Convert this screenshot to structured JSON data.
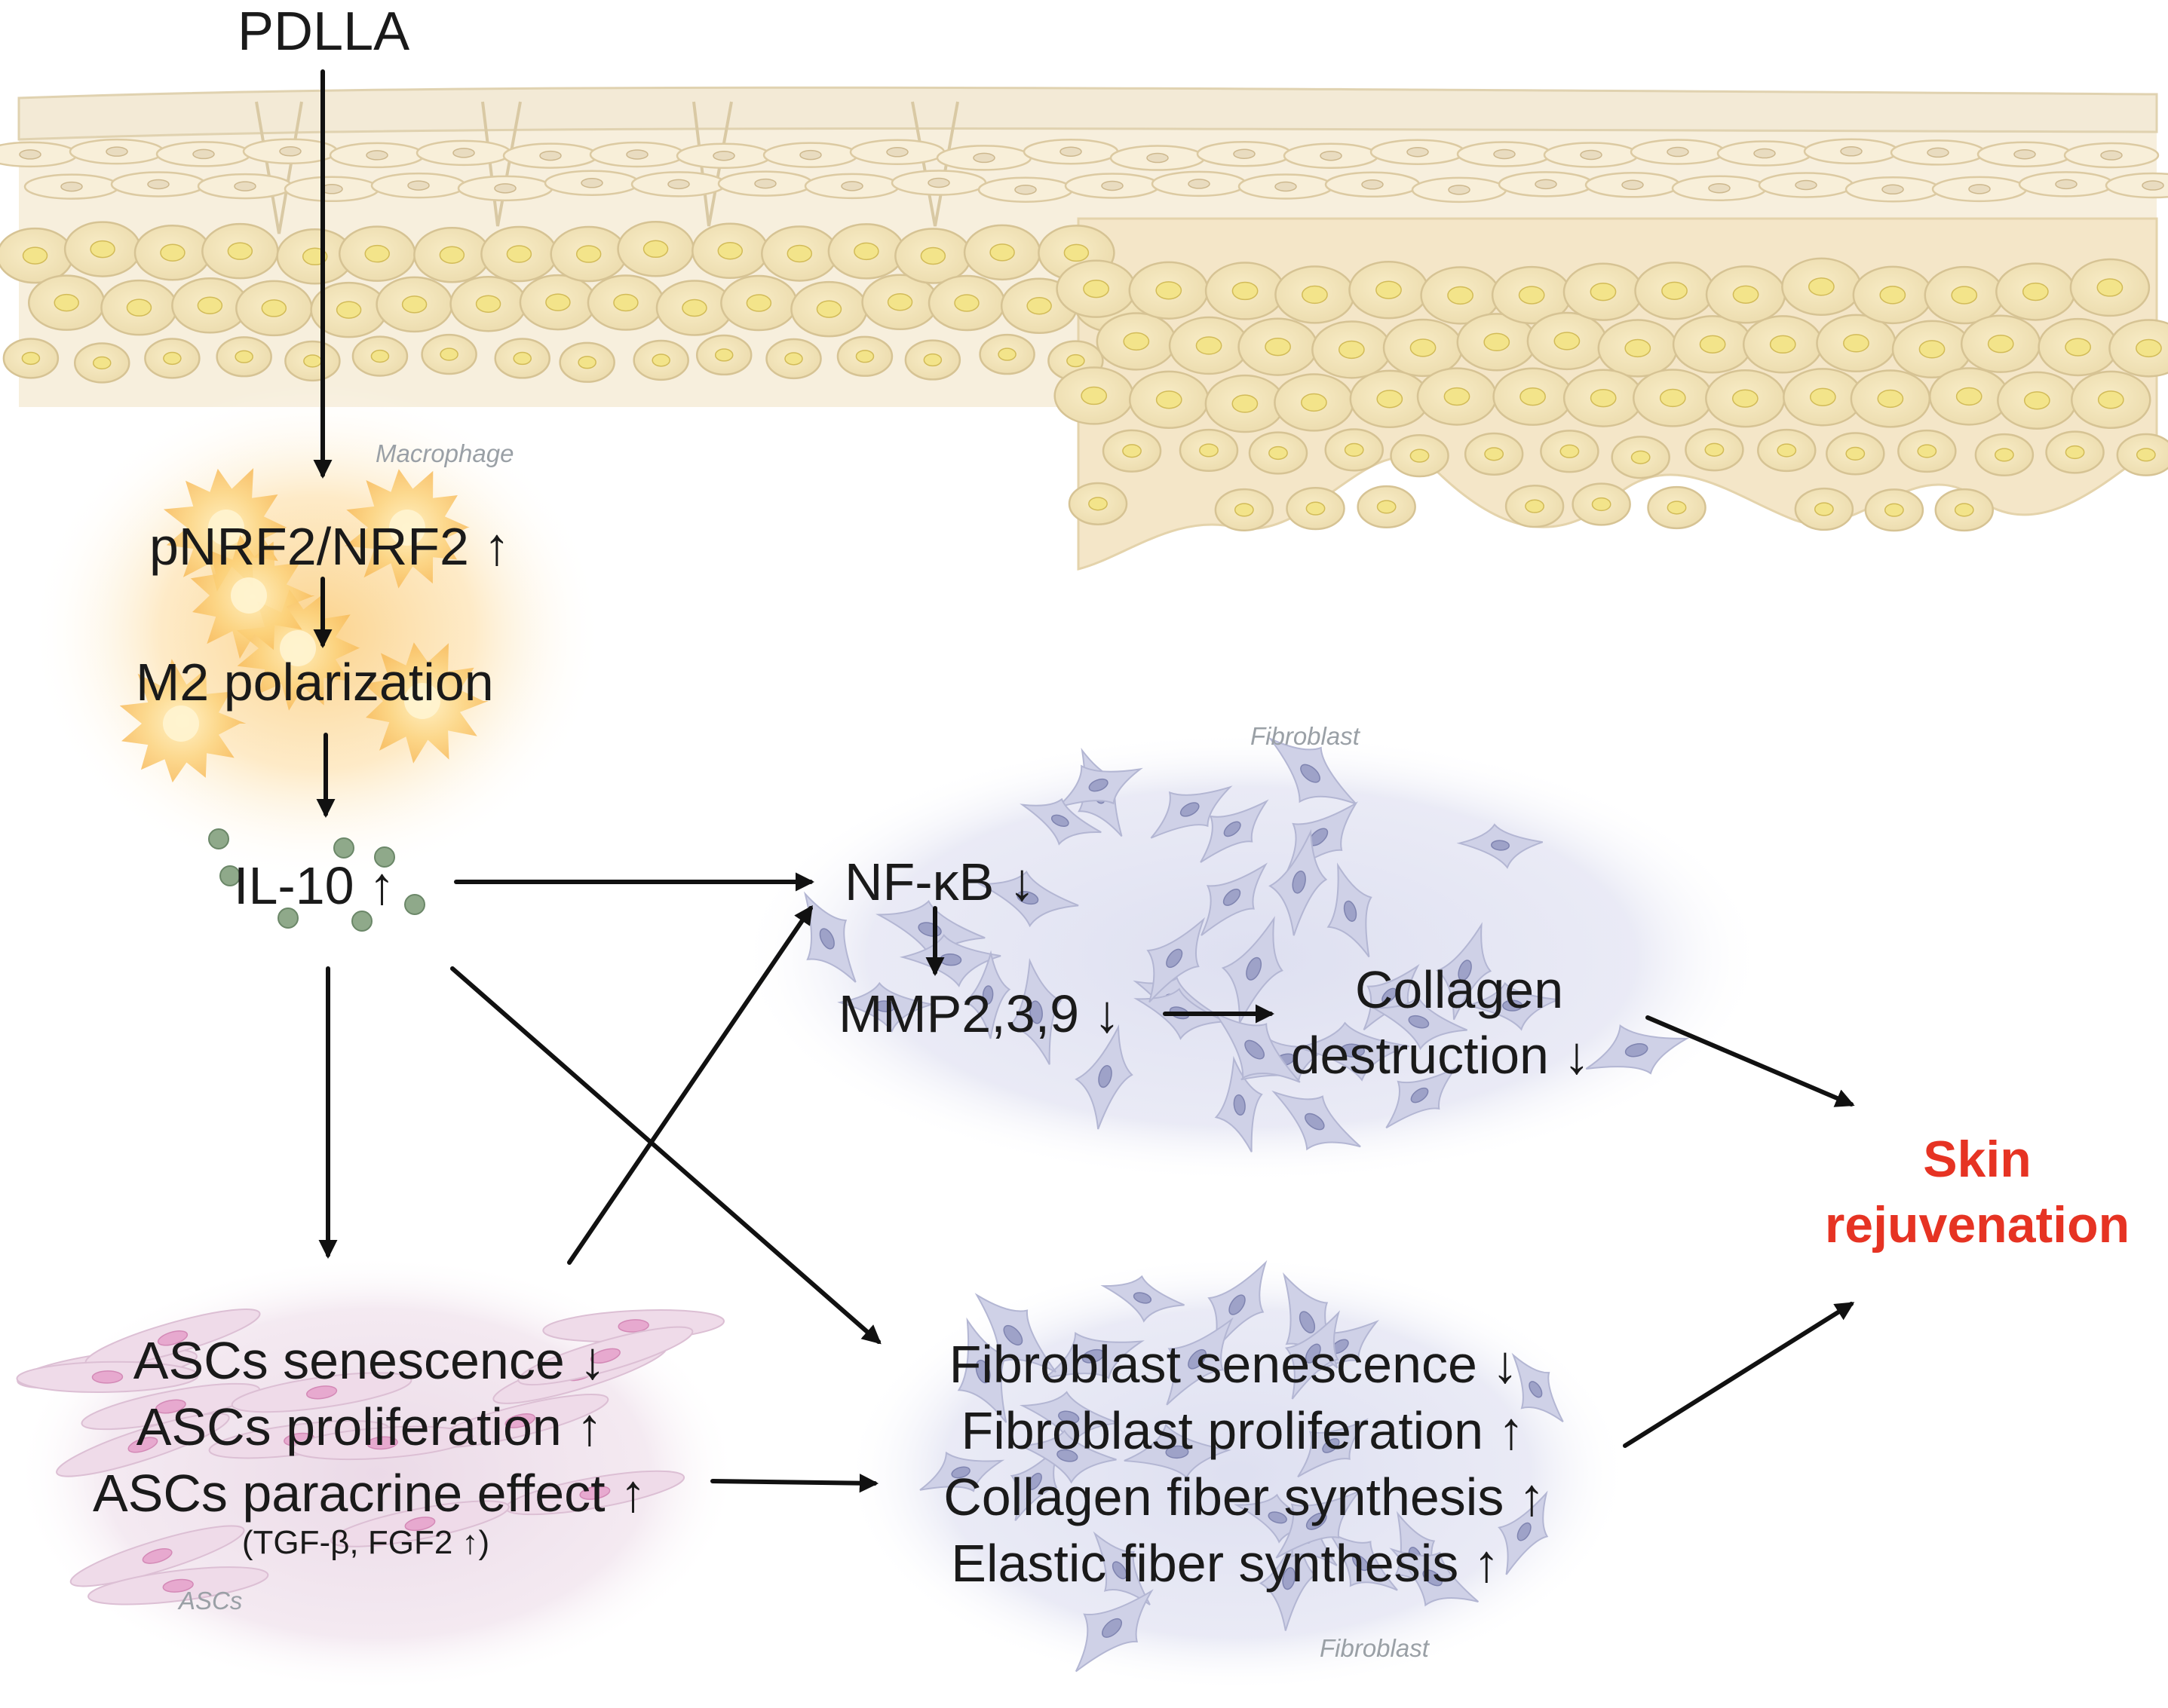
{
  "labels": {
    "pdlla": "PDLLA",
    "macrophage": "Macrophage",
    "pnrf2": "pNRF2/NRF2 ↑",
    "m2": "M2 polarization",
    "il10": "IL-10 ↑",
    "fibroblast_top_cell": "Fibroblast",
    "nfkb": "NF-κB ↓",
    "mmp": "MMP2,3,9 ↓",
    "collagen_line1": "Collagen",
    "collagen_line2": "destruction ↓",
    "skin_line1": "Skin",
    "skin_line2": "rejuvenation",
    "asc_senescence": "ASCs senescence ↓",
    "asc_proliferation": "ASCs proliferation ↑",
    "asc_paracrine": "ASCs paracrine effect ↑",
    "asc_factors": "(TGF-β, FGF2 ↑)",
    "ascs_cell": "ASCs",
    "fib_senescence": "Fibroblast senescence ↓",
    "fib_proliferation": "Fibroblast proliferation ↑",
    "collagen_synthesis": "Collagen fiber synthesis ↑",
    "elastic_synthesis": "Elastic fiber synthesis ↑",
    "fibroblast_bottom_cell": "Fibroblast"
  },
  "colors": {
    "skin": "#f6ecd6",
    "skin_cell": "#efdfb4",
    "nucleus": "#f3e48a",
    "macrophage_glow": "#fbd48c",
    "fibroblast_bg": "#e4e5f2",
    "fibroblast_cell": "#cfd1e6",
    "asc_bg": "#efe1ec",
    "il10_dot": "#8fa98a",
    "arrow": "#111111",
    "highlight": "#e63323"
  }
}
